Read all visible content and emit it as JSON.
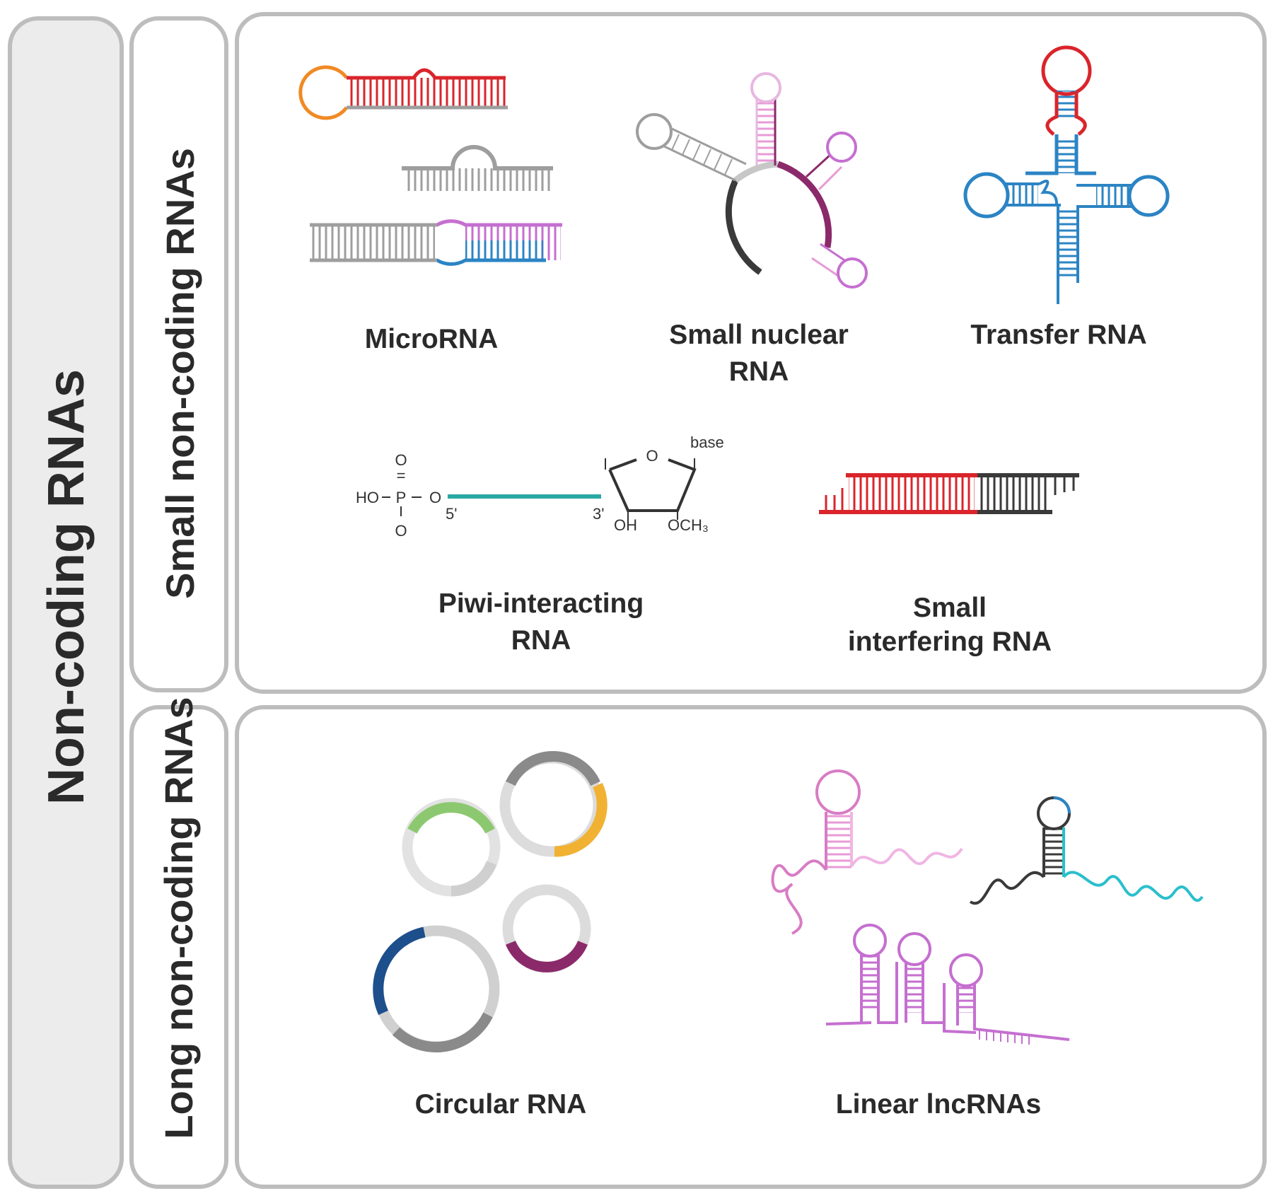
{
  "categories": {
    "root": "Non-coding RNAs",
    "small": "Small non-coding RNAs",
    "long": "Long non-coding RNAs"
  },
  "small_rnas": {
    "microrna": "MicroRNA",
    "snrna_line1": "Small nuclear",
    "snrna_line2": "RNA",
    "trna": "Transfer RNA",
    "pirna_line1": "Piwi-interacting",
    "pirna_line2": "RNA",
    "sirna_line1": "Small",
    "sirna_line2": "interfering RNA"
  },
  "long_rnas": {
    "circular": "Circular RNA",
    "linear": "Linear lncRNAs"
  },
  "pirna_chem": {
    "o_top": "O",
    "dbl": "=",
    "ho": "HO",
    "p": "P",
    "o_link": "O",
    "o_minus": "O",
    "five_prime": "5'",
    "three_prime": "3'",
    "ring_o": "O",
    "base": "base",
    "oh": "OH",
    "och3": "OCH₃"
  },
  "colors": {
    "panel_border": "#bdbdbd",
    "column_fill": "#ececec",
    "gray": "#9e9e9e",
    "dark": "#3a3a3a",
    "red": "#d9252b",
    "orange": "#f08a24",
    "pink": "#e89ad6",
    "magenta": "#c56fd0",
    "blue": "#2b84c4",
    "teal": "#2aa9a4",
    "plum": "#8b2a6a",
    "green": "#8cc870",
    "gold": "#f1b233",
    "navy": "#1d4f8c",
    "light_gray": "#dcdcdc",
    "cyan": "#2bbfcc"
  }
}
